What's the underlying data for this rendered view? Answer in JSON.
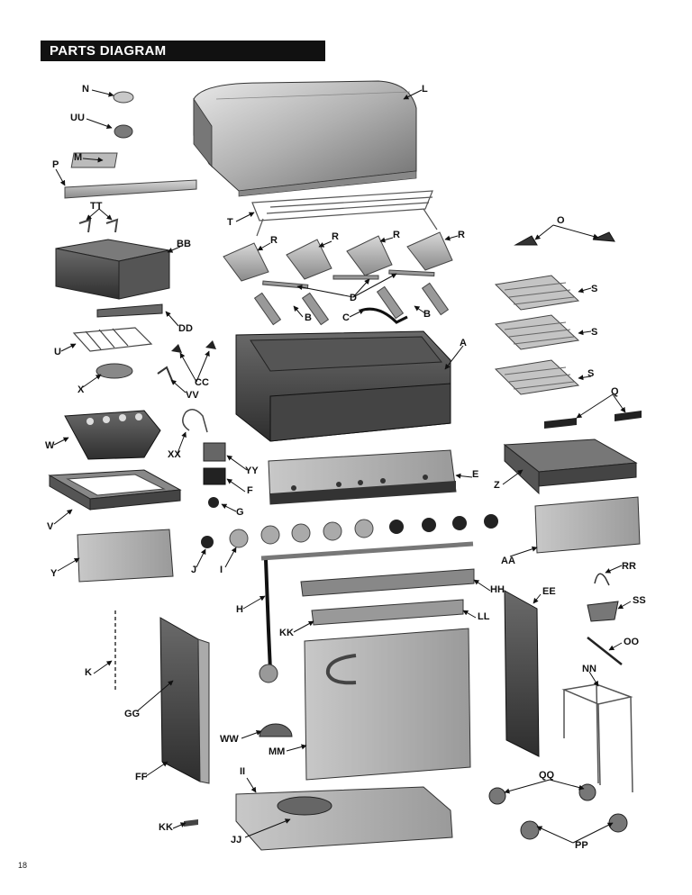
{
  "header": {
    "title": "PARTS DIAGRAM"
  },
  "page": {
    "number": "18"
  },
  "labels": {
    "N": "N",
    "UU": "UU",
    "M": "M",
    "P": "P",
    "L": "L",
    "TT": "TT",
    "T": "T",
    "BB": "BB",
    "O": "O",
    "R1": "R",
    "R2": "R",
    "R3": "R",
    "R4": "R",
    "D": "D",
    "B1": "B",
    "B2": "B",
    "C": "C",
    "S1": "S",
    "S2": "S",
    "S3": "S",
    "DD": "DD",
    "U": "U",
    "CC": "CC",
    "X": "X",
    "VV": "VV",
    "A": "A",
    "Q": "Q",
    "W": "W",
    "XX": "XX",
    "YY": "YY",
    "E": "E",
    "Z": "Z",
    "V": "V",
    "F": "F",
    "G": "G",
    "AA": "AA",
    "Y": "Y",
    "J": "J",
    "I": "I",
    "RR": "RR",
    "HH": "HH",
    "EE": "EE",
    "H": "H",
    "SS": "SS",
    "LL": "LL",
    "KK1": "KK",
    "OO": "OO",
    "NN": "NN",
    "K": "K",
    "GG": "GG",
    "WW": "WW",
    "MM": "MM",
    "FF": "FF",
    "QQ": "QQ",
    "II": "II",
    "KK2": "KK",
    "JJ": "JJ",
    "PP": "PP"
  }
}
